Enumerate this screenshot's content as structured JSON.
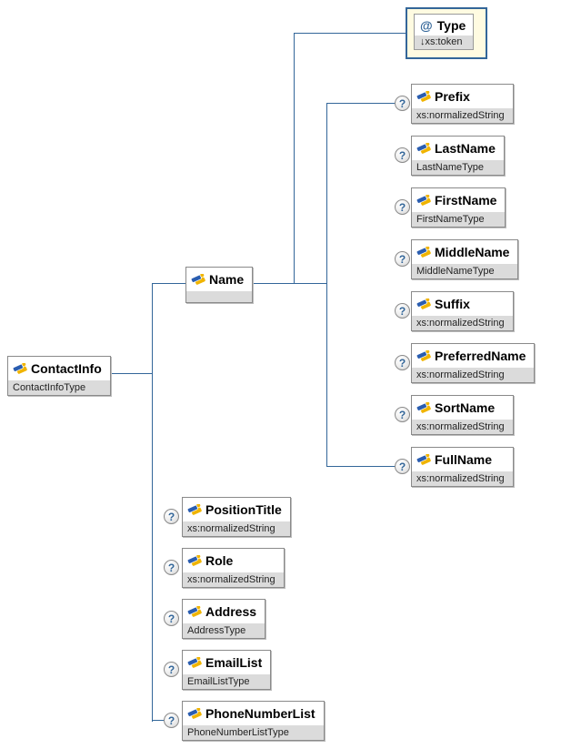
{
  "diagram": {
    "root": {
      "label": "ContactInfo",
      "type": "ContactInfoType"
    },
    "attribute": {
      "prefix": "@",
      "label": "Type",
      "type": "↓xs:token"
    },
    "name_node": {
      "label": "Name",
      "type": ""
    },
    "name_children": [
      {
        "label": "Prefix",
        "type": "xs:normalizedString"
      },
      {
        "label": "LastName",
        "type": "LastNameType"
      },
      {
        "label": "FirstName",
        "type": "FirstNameType"
      },
      {
        "label": "MiddleName",
        "type": "MiddleNameType"
      },
      {
        "label": "Suffix",
        "type": "xs:normalizedString"
      },
      {
        "label": "PreferredName",
        "type": "xs:normalizedString"
      },
      {
        "label": "SortName",
        "type": "xs:normalizedString"
      },
      {
        "label": "FullName",
        "type": "xs:normalizedString"
      }
    ],
    "root_children": [
      {
        "label": "PositionTitle",
        "type": "xs:normalizedString"
      },
      {
        "label": "Role",
        "type": "xs:normalizedString"
      },
      {
        "label": "Address",
        "type": "AddressType"
      },
      {
        "label": "EmailList",
        "type": "EmailListType"
      },
      {
        "label": "PhoneNumberList",
        "type": "PhoneNumberListType"
      }
    ],
    "optional_marker": "?",
    "colors": {
      "connector": "#336699",
      "box_border": "#8a8a8a",
      "type_strip_bg": "#dbdbdb",
      "attribute_bg": "#fffbe1",
      "attribute_border": "#336699",
      "icon_blue": "#2a5db0",
      "icon_gold": "#f0b400",
      "optional_question": "#336699"
    }
  }
}
